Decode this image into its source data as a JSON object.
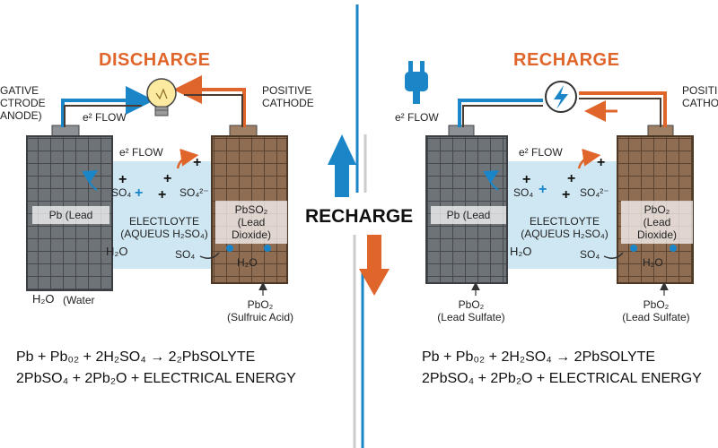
{
  "left_panel": {
    "title": "DISCHARGE",
    "negative_label": [
      "GATIVE",
      "CTRODE",
      "ANODE)"
    ],
    "positive_label": [
      "POSITIVE",
      "CATHODE"
    ],
    "wire_flow": "e² FLOW",
    "inner_flow": "e² FLOW",
    "anode_plate": "Pb (Lead",
    "cathode_plate": [
      "PbSO₂",
      "(Lead Dioxide)"
    ],
    "electrolyte": [
      "ELECTLOYTE",
      "(AQUEUS H₂SO₄)"
    ],
    "ion_so4": "SO₄",
    "ion_so4_2": "SO₄²⁻",
    "ion_so4_lower": "SO₄",
    "h2o_electrolyte": "H₂O",
    "h2o_cathode": "H₂O",
    "h2o_bottom": "H₂O",
    "water_label": "(Water",
    "cathode_bottom": [
      "PbO₂",
      "(Sulfruic Acid)"
    ],
    "equation_1": "Pb + Pb₀₂ + 2H₂SO₄ → 2₂PbSOLYTE",
    "equation_2": "2PbSO₄ + 2Pb₂O + ELECTRICAL ENERGY"
  },
  "center": {
    "title": "RECHARGE"
  },
  "right_panel": {
    "title": "RECHARGE",
    "positive_label": [
      "POSITI",
      "CATHO"
    ],
    "wire_flow": "e² FLOW",
    "inner_flow": "e² FLOW",
    "anode_plate": "Pb (Lead",
    "cathode_plate": [
      "PbO₂",
      "(Lead Dioxide)"
    ],
    "electrolyte": [
      "ELECTLOYTE",
      "(AQUEUS H₂SO₄)"
    ],
    "ion_so4": "SO₄",
    "ion_so4_2": "SO₄²⁻",
    "ion_so4_lower": "SO₄",
    "h2o_electrolyte": "H₂O",
    "h2o_cathode": "H₂O",
    "anode_bottom": [
      "PbO₂",
      "(Lead Sulfate)"
    ],
    "cathode_bottom": [
      "PbO₂",
      "(Lead Sulfate)"
    ],
    "equation_1": "Pb + Pb₀₂ + 2H₂SO₄ → 2PbSOLYTE",
    "equation_2": "2PbSO₄ + 2Pb₂O + ELECTRICAL ENERGY"
  },
  "colors": {
    "accent_orange": "#e0652b",
    "accent_blue": "#1a86c8",
    "anode_gray": "#6b6f74",
    "cathode_brown": "#8a6a50",
    "electrolyte": "#cfe7f3"
  },
  "icons": [
    "light-bulb-icon",
    "power-plug-icon",
    "lightning-charger-icon",
    "up-arrow-icon",
    "down-arrow-icon"
  ]
}
